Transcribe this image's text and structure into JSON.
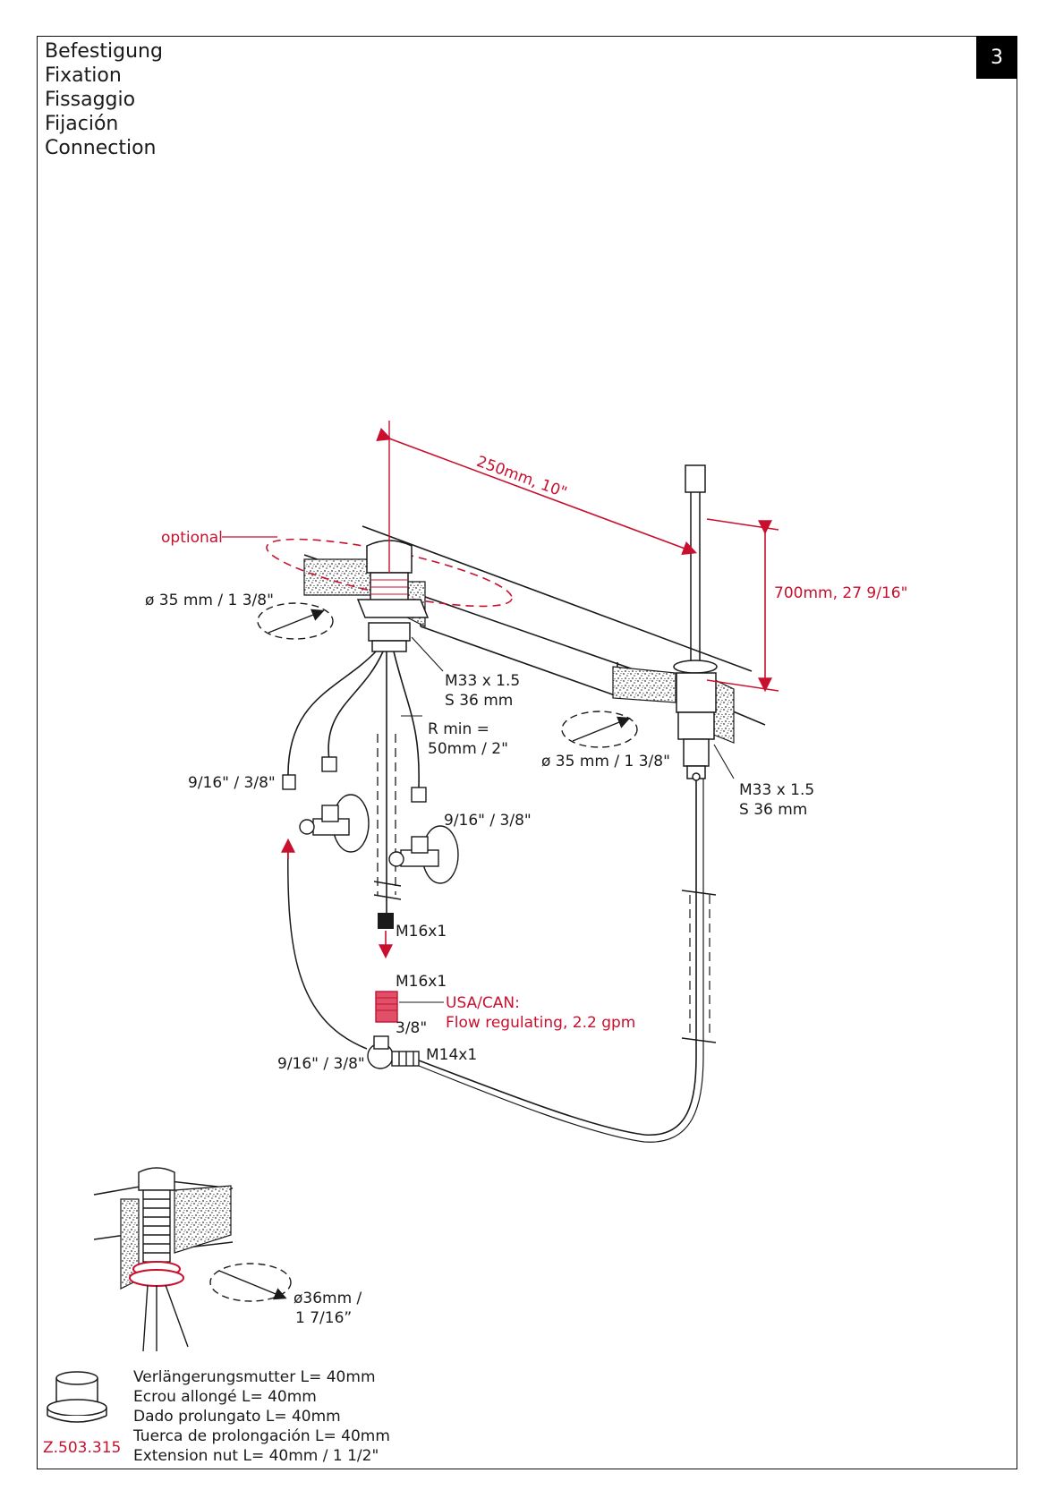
{
  "header": {
    "titles": [
      "Befestigung",
      "Fixation",
      "Fissaggio",
      "Fijación",
      "Connection"
    ],
    "page_number": "3"
  },
  "labels": {
    "optional": "optional",
    "dist_250": "250mm,  10\"",
    "dist_700": "700mm,  27 9/16\"",
    "dia_left": "ø 35 mm / 1 3/8\"",
    "dia_right": "ø 35 mm / 1 3/8\"",
    "thread_left_1": "M33 x 1.5",
    "thread_left_2": "S 36 mm",
    "thread_right_1": "M33 x 1.5",
    "thread_right_2": "S 36 mm",
    "rmin_1": "R min =",
    "rmin_2": "50mm / 2\"",
    "conn_left": "9/16\" / 3/8\"",
    "conn_mid": "9/16\" / 3/8\"",
    "conn_bottom": "9/16\" / 3/8\"",
    "m16_a": "M16x1",
    "m16_b": "M16x1",
    "usa_1": "USA/CAN:",
    "usa_2": "Flow regulating, 2.2 gpm",
    "three_eighths": "3/8\"",
    "m14": "M14x1",
    "dia36_1": "ø36mm /",
    "dia36_2": "1 7/16”"
  },
  "legend": {
    "lines": [
      "Verlängerungsmutter L= 40mm",
      "Ecrou allongé L= 40mm",
      "Dado prolungato L= 40mm",
      "Tuerca de prolongación L= 40mm",
      "Extension nut L= 40mm / 1 1/2\""
    ],
    "part_number": "Z.503.315"
  },
  "colors": {
    "accent": "#c8102e",
    "ink": "#1a1a1a"
  }
}
